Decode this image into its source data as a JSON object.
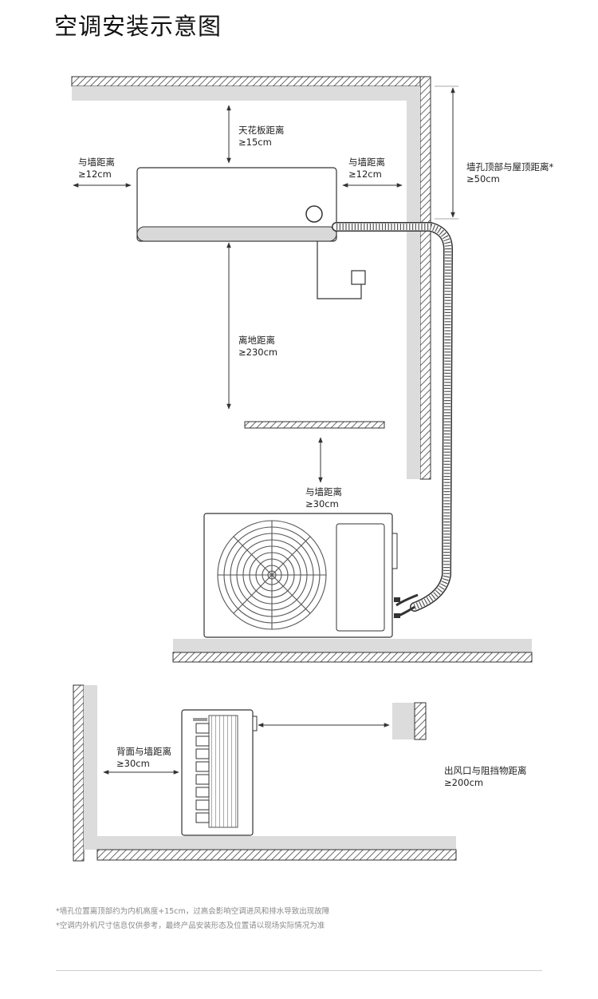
{
  "title": "空调安装示意图",
  "labels": {
    "ceiling_1": "天花板距离",
    "ceiling_2": "≥15cm",
    "wall_left_1": "与墙距离",
    "wall_left_2": "≥12cm",
    "wall_right_1": "与墙距离",
    "wall_right_2": "≥12cm",
    "hole_top_1": "墙孔顶部与屋顶距离*",
    "hole_top_2": "≥50cm",
    "floor_1": "离地距离",
    "floor_2": "≥230cm",
    "outdoor_wall_1": "与墙距离",
    "outdoor_wall_2": "≥30cm",
    "back_wall_1": "背面与墙距离",
    "back_wall_2": "≥30cm",
    "outlet_1": "出风口与阻挡物距离",
    "outlet_2": "≥200cm"
  },
  "notes": [
    "*墙孔位置离顶部约为内机高度+15cm，过高会影响空调进风和排水导致出现故障",
    "*空调内外机尺寸信息仅供参考，最终产品安装形态及位置请以现场实际情况为准"
  ],
  "colors": {
    "wall_fill": "#dcdcdc",
    "line": "#333333",
    "text_note": "#8a8a8a"
  }
}
